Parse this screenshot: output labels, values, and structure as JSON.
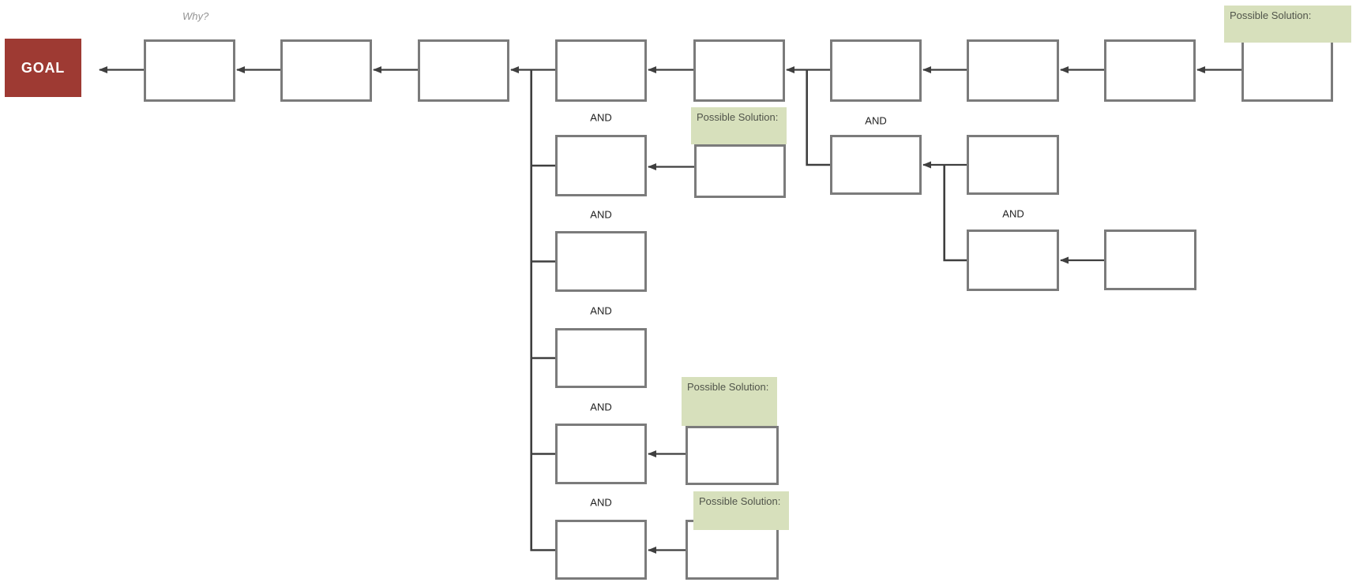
{
  "labels": {
    "goal": "GOAL",
    "why": "Why?",
    "and": "AND",
    "possible_solution": "Possible Solution:"
  },
  "colors": {
    "background": "#ffffff",
    "goal_fill": "#9e3a33",
    "goal_text": "#ffffff",
    "box_fill": "#ffffff",
    "box_border": "#7b7b7b",
    "note_fill": "#d7e0bc",
    "note_text": "#50544a",
    "and_text": "#1f1f1f",
    "why_text": "#949494",
    "connector": "#3f3f3f"
  }
}
